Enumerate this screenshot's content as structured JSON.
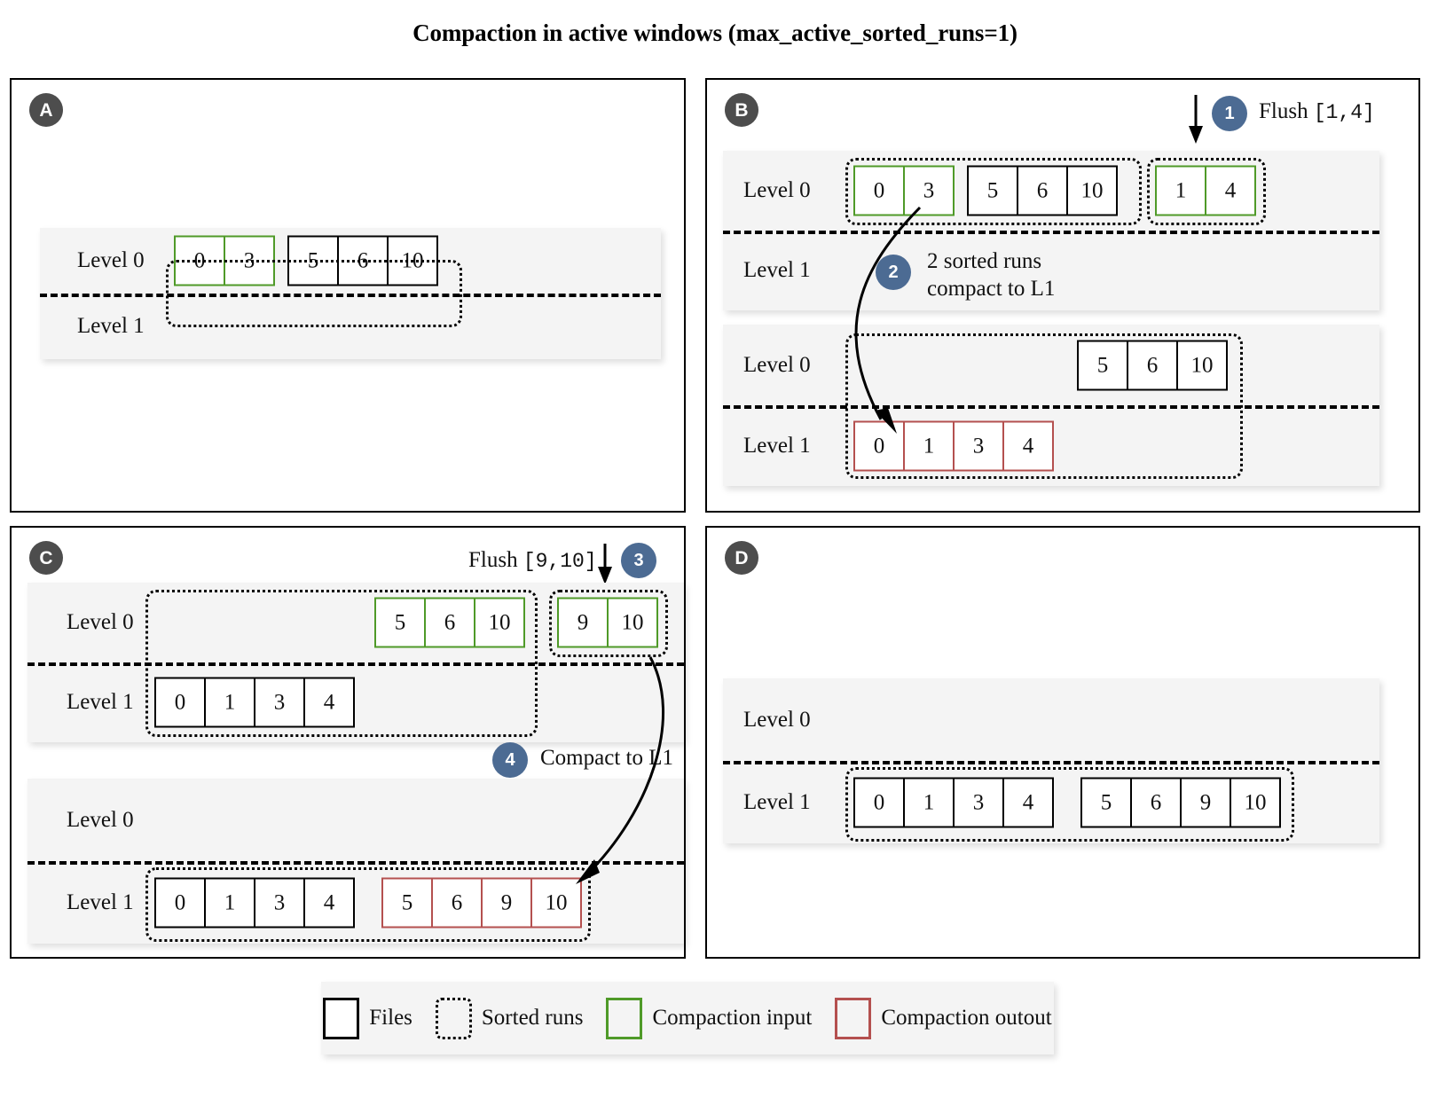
{
  "title": "Compaction in active windows (max_active_sorted_runs=1)",
  "level_labels": {
    "l0": "Level 0",
    "l1": "Level 1"
  },
  "panels": {
    "a": {
      "badge": "A",
      "boards": [
        {
          "l0_groups": [
            {
              "color": "green",
              "files": [
                "0",
                "3"
              ]
            },
            {
              "color": "black",
              "files": [
                "5",
                "6",
                "10"
              ]
            }
          ],
          "l1_groups": []
        }
      ]
    },
    "b": {
      "badge": "B",
      "flush_label": "Flush",
      "flush_range": "[1,4]",
      "step1": "1",
      "step2": "2",
      "step2_line1": "2 sorted runs",
      "step2_line2": "compact to L1",
      "boards": [
        {
          "l0_groups": [
            {
              "color": "green",
              "files": [
                "0",
                "3"
              ]
            },
            {
              "color": "black",
              "files": [
                "5",
                "6",
                "10"
              ]
            },
            {
              "color": "green",
              "files": [
                "1",
                "4"
              ]
            }
          ],
          "l1_groups": []
        },
        {
          "l0_groups": [
            {
              "color": "black",
              "files": [
                "5",
                "6",
                "10"
              ]
            }
          ],
          "l1_groups": [
            {
              "color": "red",
              "files": [
                "0",
                "1",
                "3",
                "4"
              ]
            }
          ]
        }
      ]
    },
    "c": {
      "badge": "C",
      "flush_label": "Flush",
      "flush_range": "[9,10]",
      "step3": "3",
      "step4": "4",
      "step4_text": "Compact to L1",
      "boards": [
        {
          "l0_groups": [
            {
              "color": "green",
              "files": [
                "5",
                "6",
                "10"
              ]
            },
            {
              "color": "green",
              "files": [
                "9",
                "10"
              ]
            }
          ],
          "l1_groups": [
            {
              "color": "black",
              "files": [
                "0",
                "1",
                "3",
                "4"
              ]
            }
          ]
        },
        {
          "l0_groups": [],
          "l1_groups": [
            {
              "color": "black",
              "files": [
                "0",
                "1",
                "3",
                "4"
              ]
            },
            {
              "color": "red",
              "files": [
                "5",
                "6",
                "9",
                "10"
              ]
            }
          ]
        }
      ]
    },
    "d": {
      "badge": "D",
      "boards": [
        {
          "l0_groups": [],
          "l1_groups": [
            {
              "color": "black",
              "files": [
                "0",
                "1",
                "3",
                "4"
              ]
            },
            {
              "color": "black",
              "files": [
                "5",
                "6",
                "9",
                "10"
              ]
            }
          ]
        }
      ]
    }
  },
  "legend": {
    "items": [
      {
        "swatch": "files",
        "label": "Files"
      },
      {
        "swatch": "runs",
        "label": "Sorted runs"
      },
      {
        "swatch": "input",
        "label": "Compaction input"
      },
      {
        "swatch": "output",
        "label": "Compaction outout"
      }
    ]
  },
  "colors": {
    "compaction_input": "#4f9a28",
    "compaction_output": "#b4504f",
    "step_badge": "#4c6b93",
    "panel_badge": "#4d4d4d",
    "board_bg": "#f4f4f4"
  }
}
